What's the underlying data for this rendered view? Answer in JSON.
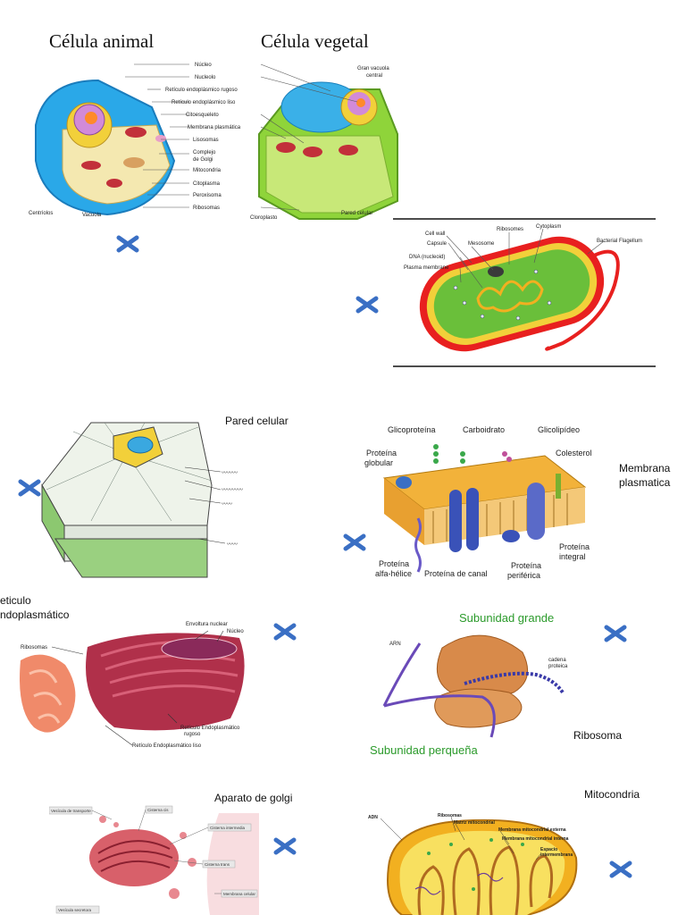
{
  "cells": {
    "animal_title": "Célula animal",
    "vegetal_title": "Célula vegetal",
    "labels": [
      "Núcleo",
      "Nucleolo",
      "Retículo endoplásmico rugoso",
      "Retículo endoplásmico liso",
      "Citoesqueleto",
      "Membrana plasmática",
      "Lisosomas",
      "Complejo",
      "de Golgi",
      "Mitocondria",
      "Citoplasma",
      "Peroxisoma",
      "Ribosomas"
    ],
    "gran_vacuola": [
      "Gran vacuola",
      "central"
    ],
    "centriolos": "Centríolos",
    "vacuola": "Vacuola",
    "cloroplasto": "Cloroplasto",
    "pared_celular": "Pared celular"
  },
  "bacteria": {
    "labels": {
      "cell_wall": "Cell wall",
      "capsule": "Capsule",
      "mesosome": "Mesosome",
      "ribosomes": "Ribosomes",
      "cytoplasm": "Cytoplasm",
      "dna": "DNA (nucleoid)",
      "plasma_membrane": "Plasma membrane",
      "flagellum": "Bacterial Flagellum"
    }
  },
  "pared": {
    "title": "Pared celular"
  },
  "membrana": {
    "caption": [
      "Membrana",
      "plasmatica"
    ],
    "labels": {
      "glicoproteina": "Glicoproteína",
      "carboidrato": "Carboidrato",
      "glicolipido": "Glicolipídeo",
      "proteina_globular": [
        "Proteína",
        "globular"
      ],
      "colesterol": "Colesterol",
      "proteina_integral": [
        "Proteína",
        "integral"
      ],
      "alfa_helice": [
        "Proteína",
        "alfa-hélice"
      ],
      "canal": "Proteína de canal",
      "periferica": [
        "Proteína",
        "periférica"
      ]
    }
  },
  "reticulo": {
    "caption": [
      "eticulo",
      "ndoplasmático"
    ],
    "labels": {
      "envoltura": "Envoltura nuclear",
      "nucleo": "Núcleo",
      "ribosomas": "Ribosomas",
      "rugoso": [
        "Retículo Endoplasmático",
        "rugoso"
      ],
      "liso": "Retículo Endoplasmático liso"
    }
  },
  "ribosoma": {
    "caption": "Ribosoma",
    "grande": "Subunidad grande",
    "pequena": "Subunidad perqueña",
    "arn": "ARN",
    "cadena": [
      "cadena",
      "proteica"
    ]
  },
  "golgi": {
    "caption": "Aparato de golgi",
    "labels": [
      "Vesícula de transporte",
      "Cisterna cis",
      "Cisterna intermedia",
      "Cisterna trans",
      "Membrana celular",
      "Vesícula secretora"
    ]
  },
  "mitocondria": {
    "caption": "Mitocondria",
    "labels": {
      "adn": "ADN",
      "ribosomas": "Ribosomas",
      "matriz": "Matriz mitocondrial",
      "externa": "Membrana mitocondrial externa",
      "interna": "Membrana mitocondrial interna",
      "espacio": [
        "Espacio",
        "intermembrana"
      ]
    }
  },
  "colors": {
    "mark": "#3a6fc4",
    "bacteria_outer": "#e8201f",
    "bacteria_cyto": "#6abf3a"
  }
}
